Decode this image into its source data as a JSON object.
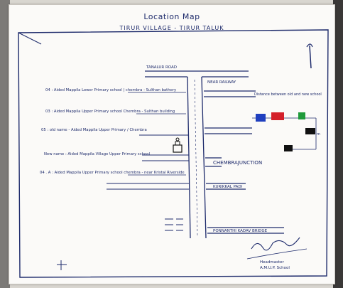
{
  "map": {
    "title": "Location Map",
    "subtitle": "TIRUR VILLAGE - TIRUR TALUK"
  },
  "roads": {
    "top_left": "TANALUR ROAD",
    "top_right": "NEAR RAILWAY",
    "junction": "CHEMBRAJUNCTION",
    "lower": "KURIKKAL PADI",
    "bottom": "PONNANTHI KADAV BRIDGE"
  },
  "schools": [
    "04 : Aided Mappila Lower Primary school | chembra - Sulthan bathery",
    "03 : Aided Mappila Upper Primary school Chembra - Sulthan building",
    "05 : old name - Aided Mappila Upper Primary / Chembra",
    "New name : Aided Mappila Village Upper Primary school",
    "04 . A : Aided Mappila Upper Primary school chembra - near Kristal Riverside"
  ],
  "legend": {
    "title": "Distance between old and new school",
    "unit": "m",
    "colors": [
      "#1f3fbf",
      "#d4202a",
      "#1f9a3a",
      "#111111"
    ]
  },
  "signature": {
    "line1": "Headmaster",
    "line2": "A.M.U.P. School"
  }
}
